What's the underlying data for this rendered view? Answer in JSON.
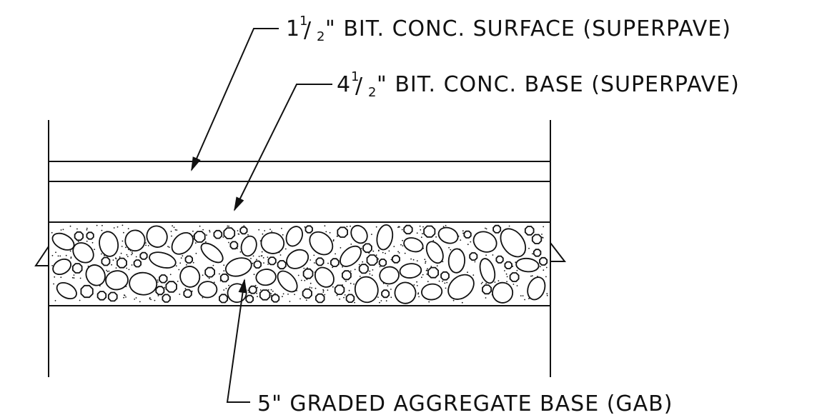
{
  "labels": {
    "surface": {
      "whole": "1",
      "num": "1",
      "slash": "/",
      "den": "2",
      "text": "\" BIT. CONC. SURFACE (SUPERPAVE)"
    },
    "base": {
      "whole": "4",
      "num": "1",
      "slash": "/",
      "den": "2",
      "text": "\" BIT. CONC. BASE (SUPERPAVE)"
    },
    "aggregate": {
      "text": "5\" GRADED AGGREGATE BASE (GAB)"
    }
  }
}
